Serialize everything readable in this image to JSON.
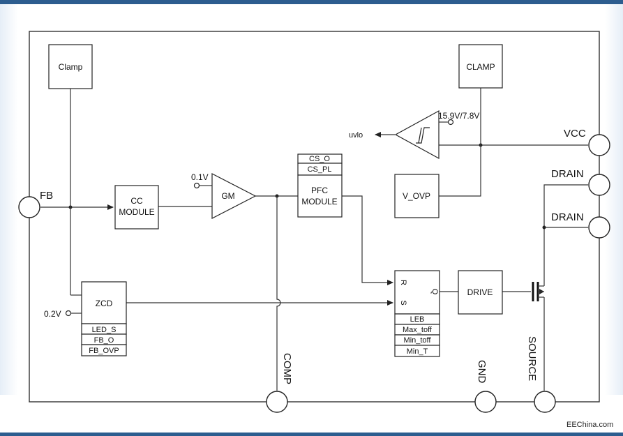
{
  "colors": {
    "accent": "#2d5d8f",
    "line": "#333333"
  },
  "blocks": {
    "clamp_left": "Clamp",
    "clamp_right": "CLAMP",
    "cc_module": [
      "CC",
      "MODULE"
    ],
    "gm": "GM",
    "pfc_module": [
      "PFC",
      "MODULE"
    ],
    "pfc_tags": [
      "CS_O",
      "CS_PL"
    ],
    "v_ovp": "V_OVP",
    "zcd": "ZCD",
    "zcd_tags": [
      "LED_S",
      "FB_O",
      "FB_OVP"
    ],
    "latch": {
      "r": "R",
      "s": "S",
      "q": "Q"
    },
    "latch_tags": [
      "LEB",
      "Max_toff",
      "Min_toff",
      "Min_T"
    ],
    "drive": "DRIVE"
  },
  "labels": {
    "hyst_threshold": "15.9V/7.8V",
    "uvlo": "uvlo",
    "ref_gm": "0.1V",
    "ref_zcd": "0.2V"
  },
  "pins": {
    "fb": "FB",
    "vcc": "VCC",
    "drain1": "DRAIN",
    "drain2": "DRAIN",
    "comp": "COMP",
    "gnd": "GND",
    "source": "SOURCE"
  },
  "watermark": "EEChina.com"
}
